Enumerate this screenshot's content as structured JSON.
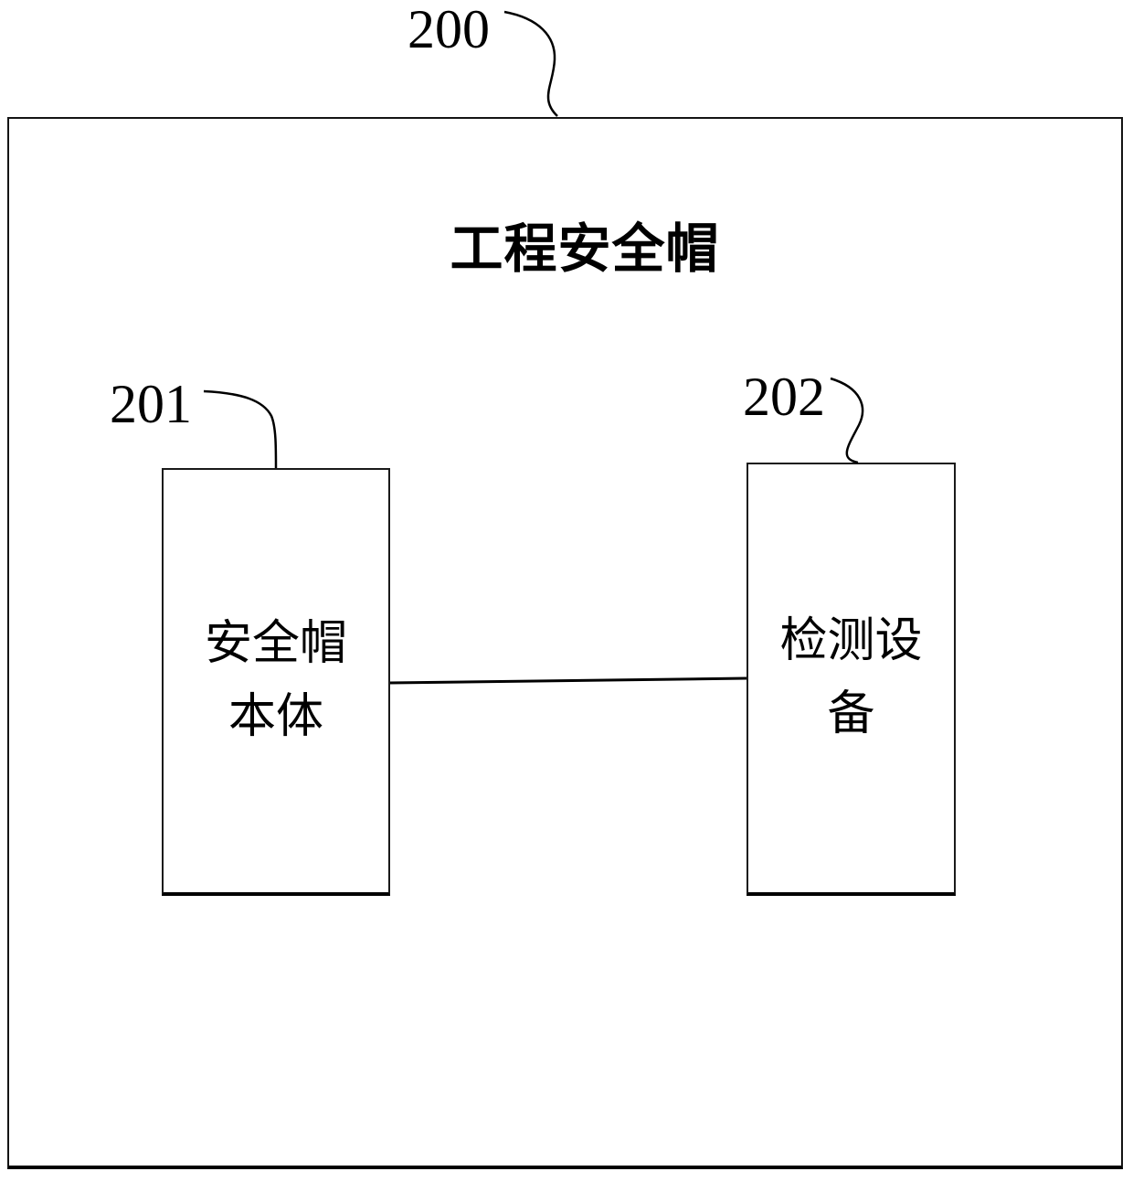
{
  "diagram": {
    "title": "工程安全帽",
    "outer_ref": "200",
    "colors": {
      "line": "#000000",
      "background": "#ffffff"
    },
    "boxes": [
      {
        "ref": "201",
        "label": "安全帽本体",
        "line1": "安全帽",
        "line2": "本体"
      },
      {
        "ref": "202",
        "label": "检测设备",
        "line1": "检测设",
        "line2": "备"
      }
    ]
  }
}
